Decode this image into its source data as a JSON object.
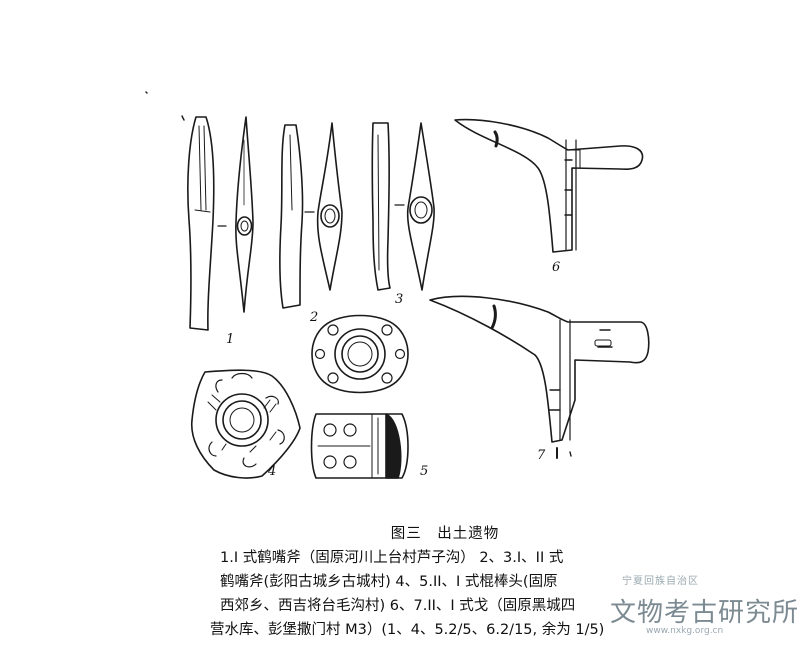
{
  "figure": {
    "item_numbers": [
      "1",
      "2",
      "3",
      "4",
      "5",
      "6",
      "7"
    ]
  },
  "caption": {
    "title": "图三　出土遗物",
    "lines": [
      "1.I 式鹤嘴斧（固原河川上台村芦子沟） 2、3.I、II 式",
      "鹤嘴斧(彭阳古城乡古城村) 4、5.II、I 式棍棒头(固原",
      "西郊乡、西吉将台毛沟村) 6、7.II、I 式戈（固原黑城四",
      "营水库、彭堡撒门村 M3）(1、4、5.2/5、6.2/15, 余为 1/5)"
    ]
  },
  "watermark": {
    "small_text": "宁夏回族自治区",
    "big_text": "文物考古研究所",
    "url": "www.nxkg.org.cn"
  }
}
